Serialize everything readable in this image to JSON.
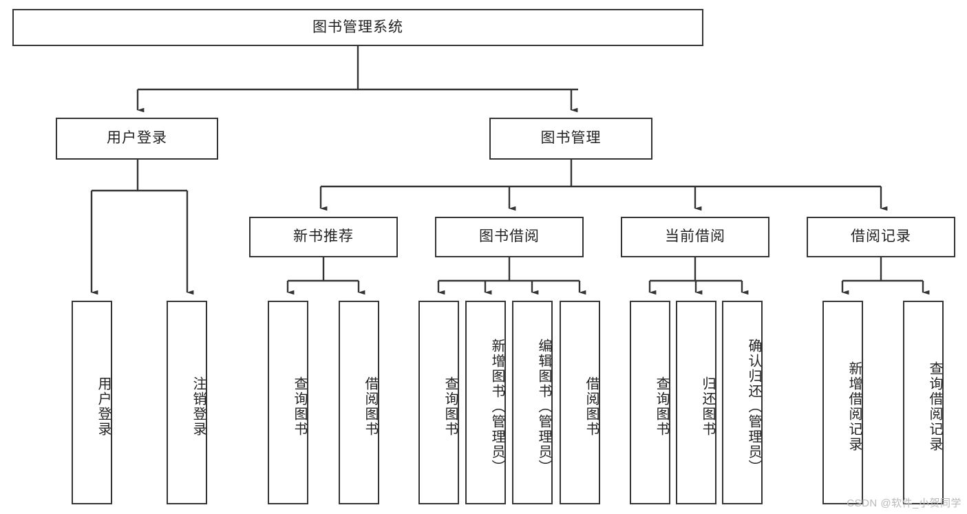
{
  "diagram": {
    "title": "图书管理系统",
    "type": "tree-hierarchy",
    "root": {
      "label": "图书管理系统"
    },
    "level2": [
      {
        "label": "用户登录"
      },
      {
        "label": "图书管理"
      }
    ],
    "level3": [
      {
        "label": "新书推荐"
      },
      {
        "label": "图书借阅"
      },
      {
        "label": "当前借阅"
      },
      {
        "label": "借阅记录"
      }
    ],
    "leaves": {
      "user_login": [
        {
          "label": "用户登录"
        },
        {
          "label": "注销登录"
        }
      ],
      "new_book_recommend": [
        {
          "label": "查询图书"
        },
        {
          "label": "借阅图书"
        }
      ],
      "book_borrow": [
        {
          "label": "查询图书"
        },
        {
          "label": "新增图书（管理员）"
        },
        {
          "label": "编辑图书（管理员）"
        },
        {
          "label": "借阅图书"
        }
      ],
      "current_borrow": [
        {
          "label": "查询图书"
        },
        {
          "label": "归还图书"
        },
        {
          "label": "确认归还（管理员）"
        }
      ],
      "borrow_record": [
        {
          "label": "新增借阅记录"
        },
        {
          "label": "查询借阅记录"
        }
      ]
    }
  },
  "watermark": {
    "text": "CSDN @软件_小贺同学"
  },
  "colors": {
    "box_border": "#333333",
    "box_fill": "#ffffff",
    "edge": "#222222",
    "text": "#222222",
    "watermark": "#b9b9b9",
    "background": "#ffffff"
  }
}
